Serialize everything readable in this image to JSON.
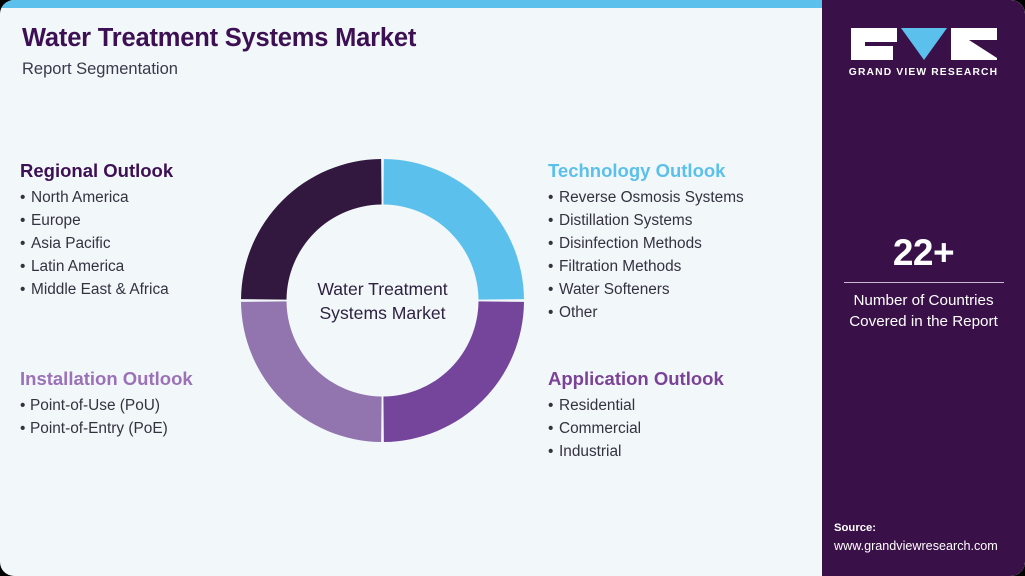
{
  "colors": {
    "accent_blue": "#5BC0EB",
    "dark_purple": "#3C1053",
    "panel_purple": "#3A1048",
    "mid_purple": "#7B4397",
    "light_mauve": "#9274AE",
    "donut_dark": "#32183F",
    "background": "#F2F7FA"
  },
  "header": {
    "title": "Water Treatment Systems Market",
    "subtitle": "Report Segmentation"
  },
  "regional_outlook": {
    "heading": "Regional Outlook",
    "items": [
      "North America",
      "Europe",
      "Asia Pacific",
      "Latin America",
      "Middle East & Africa"
    ]
  },
  "technology_outlook": {
    "heading": "Technology Outlook",
    "items": [
      "Reverse Osmosis Systems",
      "Distillation Systems",
      "Disinfection Methods",
      "Filtration Methods",
      "Water Softeners",
      "Other"
    ]
  },
  "installation_outlook": {
    "heading": "Installation Outlook",
    "items": [
      "Point-of-Use (PoU)",
      "Point-of-Entry (PoE)"
    ]
  },
  "application_outlook": {
    "heading": "Application Outlook",
    "items": [
      "Residential",
      "Commercial",
      "Industrial"
    ]
  },
  "donut": {
    "center_line_1": "Water Treatment",
    "center_line_2": "Systems Market",
    "segments": [
      {
        "name": "Technology",
        "color": "#5BC0EB",
        "share": 25
      },
      {
        "name": "Application",
        "color": "#74459B",
        "share": 25
      },
      {
        "name": "Installation",
        "color": "#9274AE",
        "share": 25
      },
      {
        "name": "Regional",
        "color": "#32183F",
        "share": 25
      }
    ]
  },
  "side_panel": {
    "logo_text": "GRAND VIEW RESEARCH",
    "stat_number": "22+",
    "stat_label_1": "Number of Countries",
    "stat_label_2": "Covered in the Report",
    "source_label": "Source:",
    "source_url": "www.grandviewresearch.com"
  }
}
